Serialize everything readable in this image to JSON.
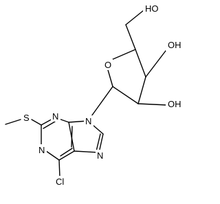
{
  "atoms": {
    "ho_top": "HO",
    "oh_right_upper": "OH",
    "oh_right_lower": "OH",
    "o_ring": "O",
    "s": "S",
    "n1": "N",
    "n3": "N",
    "n7": "N",
    "n9": "N",
    "cl": "Cl"
  },
  "colors": {
    "bond": "#000000",
    "text": "#000000",
    "background": "#ffffff"
  }
}
